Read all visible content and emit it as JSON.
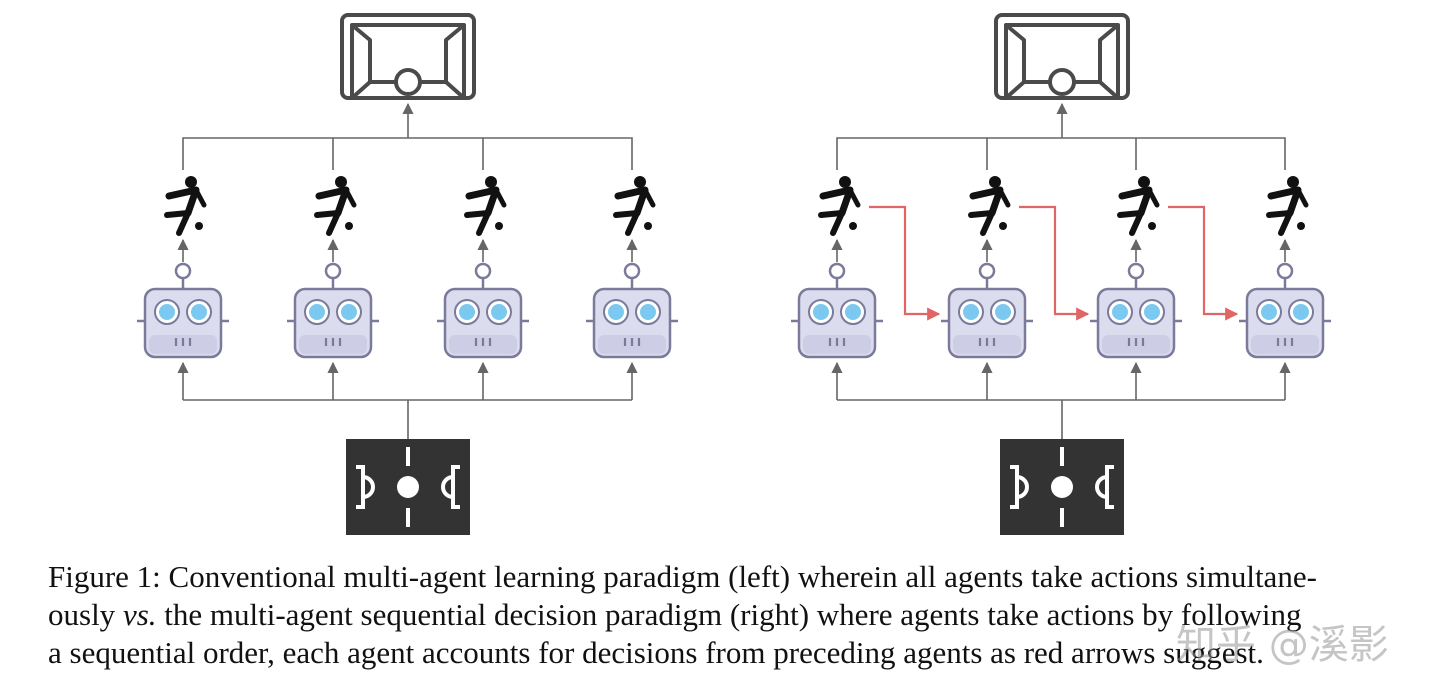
{
  "figure": {
    "panels": [
      {
        "id": "left",
        "agents": 4,
        "sequential": false
      },
      {
        "id": "right",
        "agents": 4,
        "sequential": true
      }
    ],
    "colors": {
      "line": "#666666",
      "red_arrow": "#e06666",
      "robot_body": "#dcdcef",
      "robot_outline": "#7c7a9a",
      "robot_eye": "#7cc9ef",
      "field": "#333333",
      "goal": "#4a4a4a"
    },
    "icons": [
      "goal-icon",
      "player-icon",
      "robot-icon",
      "field-icon"
    ]
  },
  "caption": {
    "line1": "Figure 1: Conventional multi-agent learning paradigm (left) wherein all agents take actions simultane-",
    "line2_a": "ously ",
    "line2_vs": "vs.",
    "line2_b": " the multi-agent sequential decision paradigm (right) where agents take actions by following",
    "line3": "a sequential order, each agent accounts for decisions from preceding agents as red arrows suggest."
  },
  "watermark": "知乎 @溪影"
}
